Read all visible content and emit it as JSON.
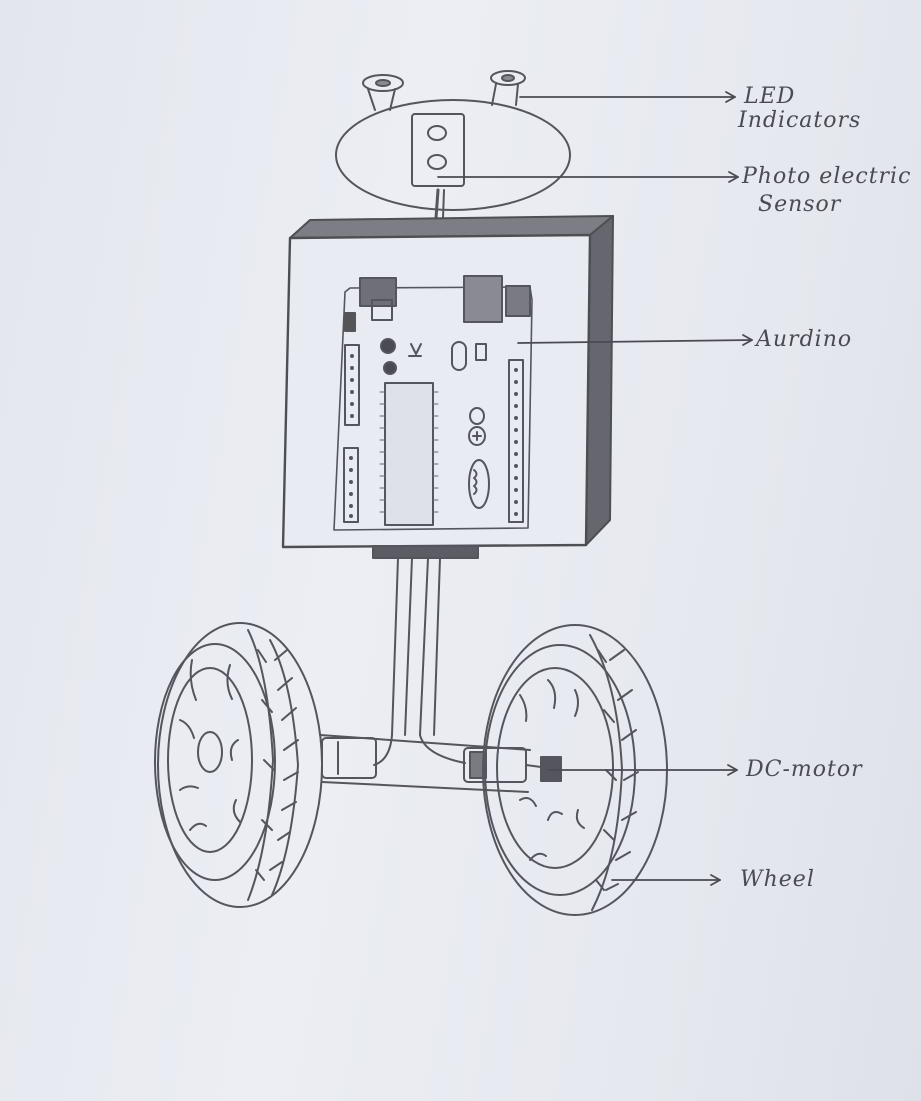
{
  "labels": {
    "led_line1": "LED",
    "led_line2": "Indicators",
    "sensor_line1": "Photo electric",
    "sensor_line2": "Sensor",
    "arduino": "Aurdino",
    "motor": "DC-motor",
    "wheel": "Wheel"
  },
  "colors": {
    "paper": "#e8eaf1",
    "pencil": "#55555d",
    "shade": "#3e3e44"
  }
}
